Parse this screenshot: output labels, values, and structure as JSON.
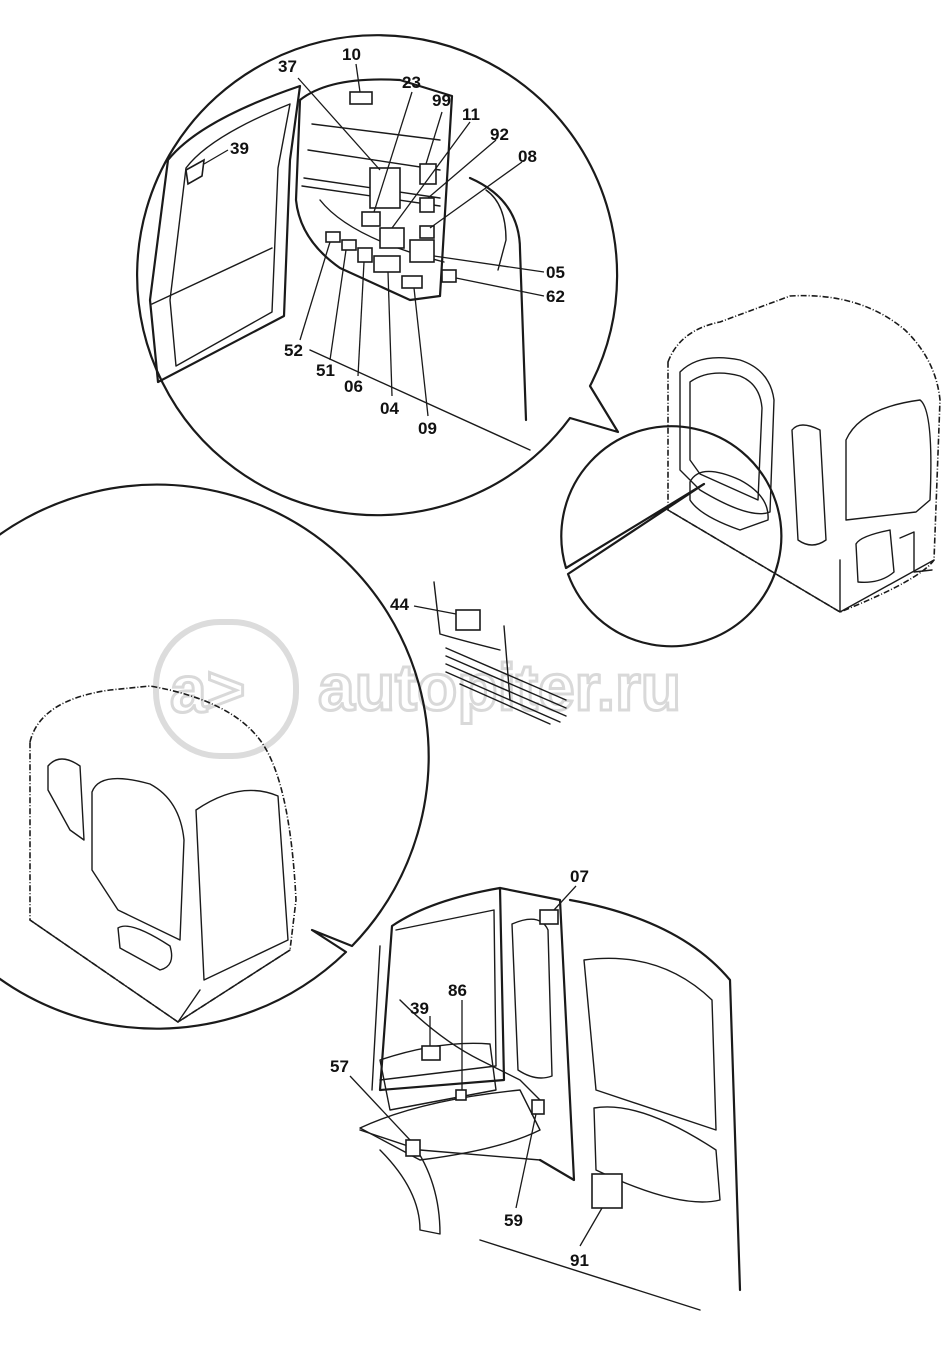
{
  "watermark": {
    "logo_text": "a>",
    "site": "autopiter.ru"
  },
  "callouts": {
    "top": [
      "10",
      "37",
      "23",
      "99",
      "11",
      "92",
      "08",
      "39",
      "05",
      "62",
      "52",
      "51",
      "06",
      "04",
      "09"
    ],
    "middle": [
      "44"
    ],
    "bottom": [
      "07",
      "39",
      "86",
      "57",
      "59",
      "91"
    ]
  }
}
